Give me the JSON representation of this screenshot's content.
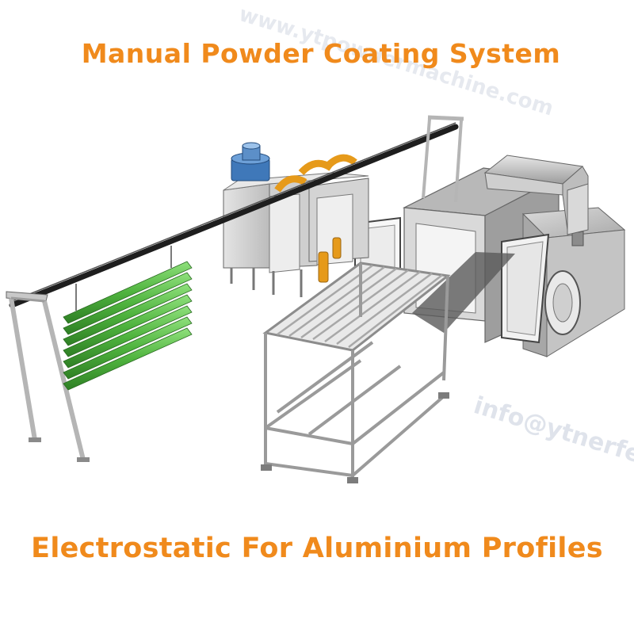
{
  "titles": {
    "top": "Manual Powder Coating System",
    "bottom": "Electrostatic For Aluminium Profiles"
  },
  "watermarks": [
    "info@ytnerfe",
    "www.ytpowdermachine.com"
  ],
  "colors": {
    "title": "#f08a1c",
    "rail": "#1e1e1e",
    "frame": "#b5b5b5",
    "booth_panel": "#d6d6d6",
    "oven_panel": "#c7c7c7",
    "profiles": "#5cc24a",
    "fan_motor": "#3f78b9",
    "gun_arm": "#e69a1a"
  }
}
